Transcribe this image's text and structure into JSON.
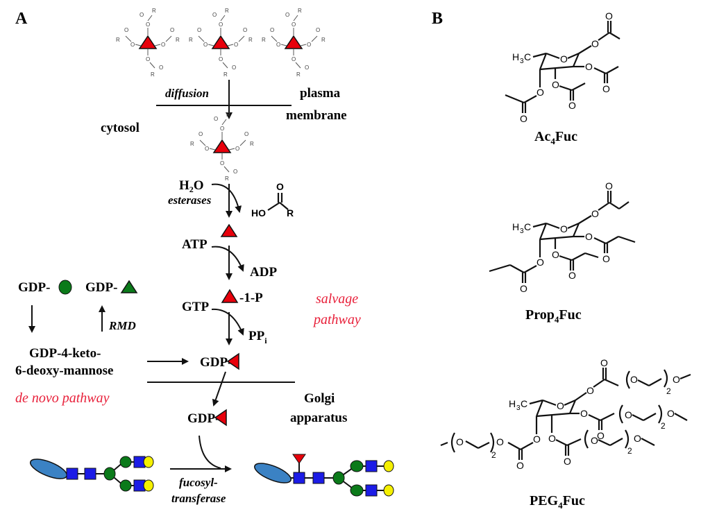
{
  "panel_a": {
    "label": "A",
    "diffusion": "diffusion",
    "plasma_membrane": [
      "plasma",
      "membrane"
    ],
    "cytosol": "cytosol",
    "h2o": [
      "H",
      "2",
      "O"
    ],
    "esterases": "esterases",
    "acid": {
      "ho": "HO",
      "r": "R",
      "o": "O"
    },
    "atp": "ATP",
    "adp": "ADP",
    "fuc1p": "-1-P",
    "gtp": "GTP",
    "ppi": [
      "PP",
      "i"
    ],
    "gdp_man": "GDP-",
    "gdp_rha": "GDP-",
    "rmd": "RMD",
    "keto": [
      "GDP-4-keto-",
      "6-deoxy-mannose"
    ],
    "de_novo": "de novo pathway",
    "salvage": [
      "salvage",
      "pathway"
    ],
    "gdp_fuc_cyto": "GDP-",
    "gdp_fuc_golgi": "GDP-",
    "golgi": [
      "Golgi",
      "apparatus"
    ],
    "fucosyltransferase": [
      "fucosyl-",
      "transferase"
    ],
    "prodrug_r": "R",
    "prodrug_o": "O"
  },
  "panel_b": {
    "label": "B",
    "compounds": [
      {
        "name": "Ac",
        "sub": "4",
        "suffix": "Fuc"
      },
      {
        "name": "Prop",
        "sub": "4",
        "suffix": "Fuc"
      },
      {
        "name": "PEG",
        "sub": "4",
        "suffix": "Fuc"
      }
    ],
    "h3c": [
      "H",
      "3",
      "C"
    ],
    "o": "O",
    "peg_n": "2"
  },
  "colors": {
    "fucose": "#e8000b",
    "mannose": "#0b7a1a",
    "glcnac": "#1c1ce6",
    "galactose": "#f5f000",
    "protein": "#3b82c4",
    "pathway_label": "#e8203a"
  }
}
